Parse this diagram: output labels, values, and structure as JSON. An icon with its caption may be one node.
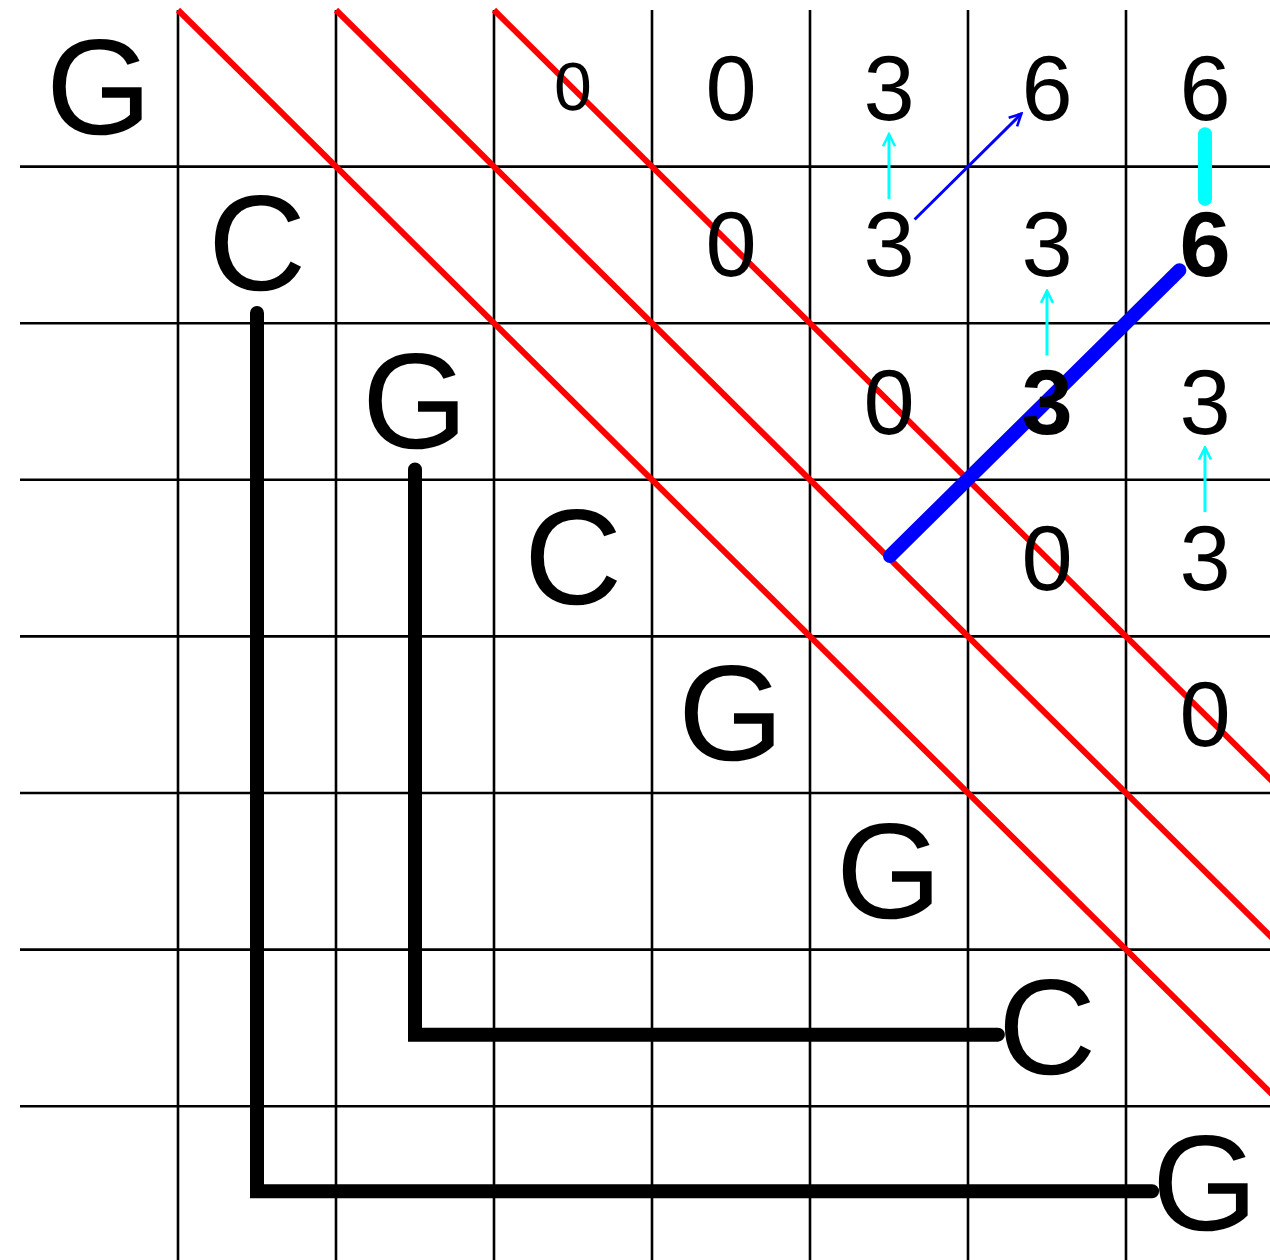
{
  "diagram": {
    "nodes": [
      {
        "text": [
          "G"
        ]
      },
      {
        "text": [
          "0"
        ]
      },
      {
        "text": [
          "0"
        ]
      },
      {
        "text": [
          "3"
        ]
      },
      {
        "text": [
          "6"
        ]
      },
      {
        "text": [
          "6"
        ]
      },
      {
        "text": [
          "C"
        ]
      },
      {
        "text": [
          "0"
        ]
      },
      {
        "text": [
          "3"
        ]
      },
      {
        "text": [
          "3"
        ]
      },
      {
        "text": [
          "6"
        ]
      },
      {
        "text": [
          "G"
        ]
      },
      {
        "text": [
          "0"
        ]
      },
      {
        "text": [
          "3"
        ]
      },
      {
        "text": [
          "3"
        ]
      },
      {
        "text": [
          "C"
        ]
      },
      {
        "text": [
          "0"
        ]
      },
      {
        "text": [
          "3"
        ]
      },
      {
        "text": [
          "G"
        ]
      },
      {
        "text": [
          "0"
        ]
      },
      {
        "text": [
          "G"
        ]
      },
      {
        "text": [
          "C"
        ]
      },
      {
        "text": [
          "G"
        ]
      }
    ],
    "edges": [
      {
        "from": 6,
        "to": 22,
        "arrow": "none",
        "style": "thick",
        "color": "#000000"
      },
      {
        "from": 11,
        "to": 21,
        "arrow": "none",
        "style": "thick",
        "color": "#000000"
      },
      {
        "from": 8,
        "to": 3,
        "arrow": "to",
        "color": "#00ffff"
      },
      {
        "from": 8,
        "to": 4,
        "arrow": "to",
        "color": "#0000ff"
      },
      {
        "from": 13,
        "to": 9,
        "arrow": "to",
        "color": "#00ffff"
      },
      {
        "from": 13,
        "to": 10,
        "arrow": "to",
        "color": "#0000ff"
      },
      {
        "from": 17,
        "to": 14,
        "arrow": "to",
        "color": "#00ffff"
      },
      {
        "from": 10,
        "to": 5,
        "arrow": "none",
        "style": "thick",
        "color": "#00ffff"
      },
      {
        "from": null,
        "to": 10,
        "arrow": "none",
        "style": "thick",
        "color": "#0000ff"
      }
    ]
  }
}
